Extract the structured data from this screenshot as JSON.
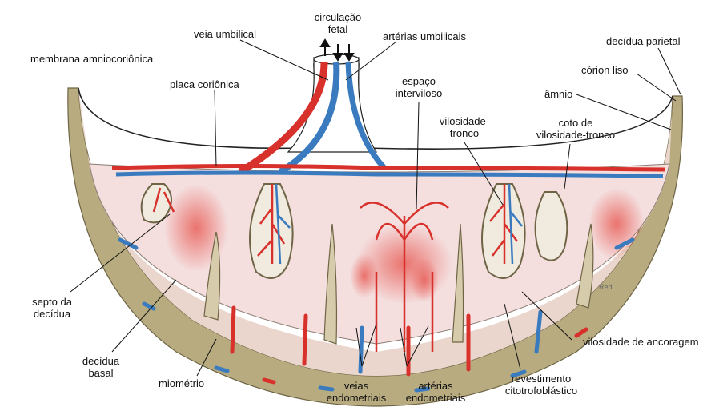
{
  "labels": {
    "circulacao_fetal": "circulação\nfetal",
    "veia_umbilical": "veia umbilical",
    "arterias_umbilicais": "artérias umbilicais",
    "decidua_parietal": "decídua parietal",
    "membrana_amniocorionica": "membrana amniocoriônica",
    "corion_liso": "córion liso",
    "placa_corionica": "placa coriônica",
    "espaco_interviloso": "espaço\ninterviloso",
    "amnio": "âmnio",
    "vilosidade_tronco": "vilosidade-\ntronco",
    "coto_vilosidade_tronco": "coto de\nvilosidade-tronco",
    "septo_decidua": "septo da\ndecídua",
    "decidua_basal": "decídua\nbasal",
    "miometrio": "miométrio",
    "veias_endometriais": "veias\nendometriais",
    "arterias_endometriais": "artérias\nendometriais",
    "vilosidade_ancoragem": "vilosidade de ancoragem",
    "revestimento_citotrofoblastico": "revestimento\ncitotrofoblástico",
    "signature": "Red"
  },
  "colors": {
    "myometrium": "#b7ab7f",
    "decidua": "#f1e6de",
    "intervillous": "#f3d6d6",
    "artery": "#d8302a",
    "vein": "#3a7bbf"
  }
}
